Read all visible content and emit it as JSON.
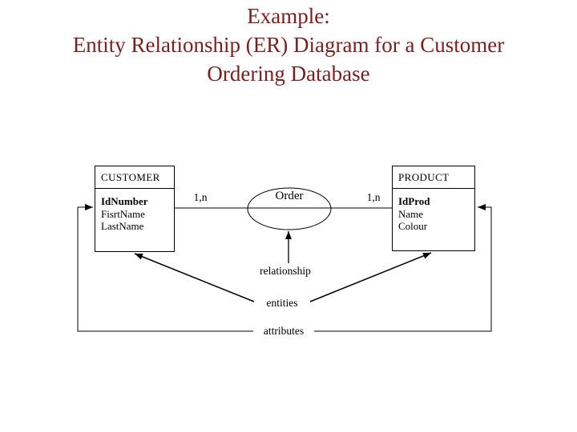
{
  "slide": {
    "title_lines": [
      "Example:",
      "Entity Relationship (ER) Diagram for a Customer",
      "Ordering Database"
    ]
  },
  "er_diagram": {
    "customer": {
      "header": "CUSTOMER",
      "key_attribute": "IdNumber",
      "attribute2": "FisrtName",
      "attribute3": "LastName"
    },
    "product": {
      "header": "PRODUCT",
      "key_attribute": "IdProd",
      "attribute2": "Name",
      "attribute3": "Colour"
    },
    "relationship_name": "Order",
    "cardinality_left": "1,n",
    "cardinality_right": "1,n"
  },
  "annotations": {
    "relationship": "relationship",
    "entities": "entities",
    "attributes": "attributes"
  },
  "colors": {
    "title_text": "#7b1e1e",
    "line": "#000000",
    "background": "#ffffff"
  }
}
